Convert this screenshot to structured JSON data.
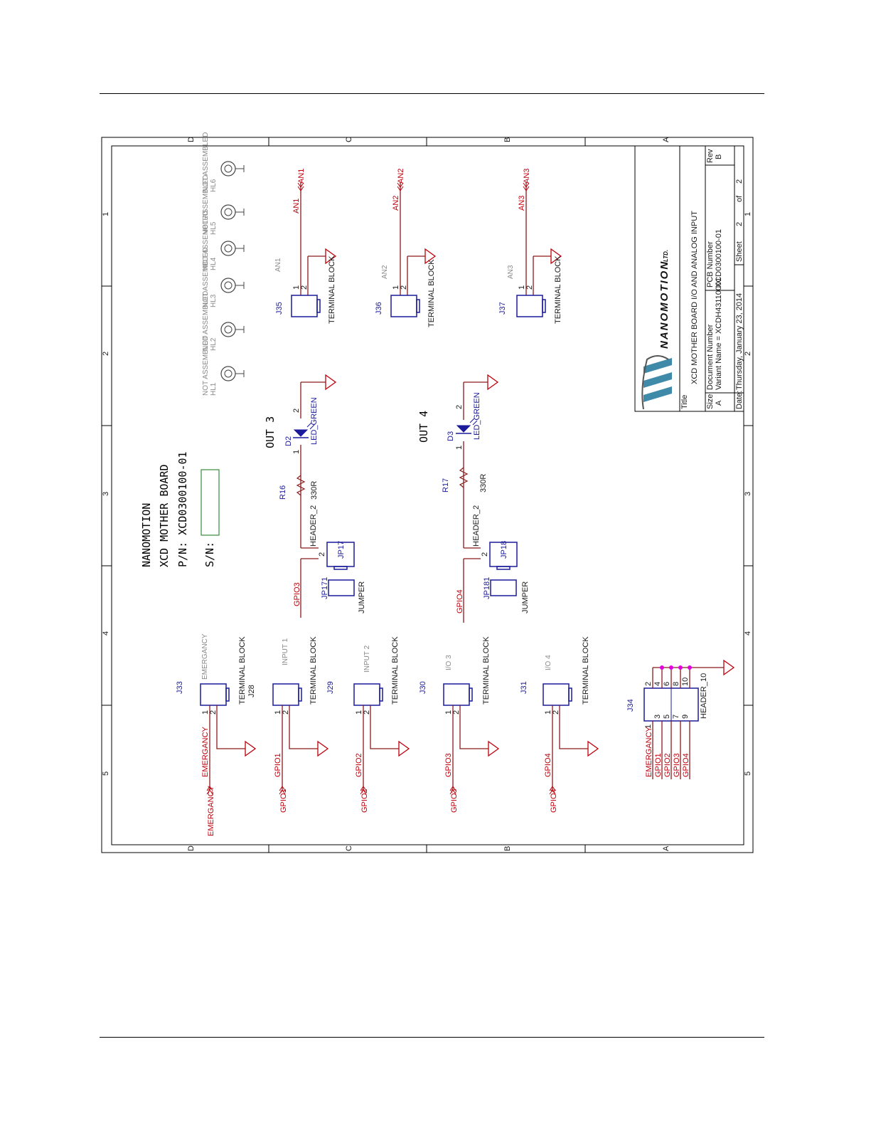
{
  "border": {
    "row_letters": [
      "D",
      "C",
      "B",
      "A"
    ],
    "col_numbers": [
      "1",
      "2",
      "3",
      "4",
      "5"
    ]
  },
  "header_text": {
    "line1": "NANOMOTION",
    "line2": "XCD MOTHER BOARD",
    "line3": "P/N: XCD0300100-01",
    "sn": "S/N:"
  },
  "leds_hl": [
    {
      "ref": "HL1",
      "note": "NOT ASSEMBLED"
    },
    {
      "ref": "HL2",
      "note": "NOT ASSEMBLED"
    },
    {
      "ref": "HL3",
      "note": "NOT ASSEMBLED"
    },
    {
      "ref": "HL4",
      "note": "NOT ASSEMBLED"
    },
    {
      "ref": "HL5",
      "note": "NOT ASSEMBLED"
    },
    {
      "ref": "HL6",
      "note": "NOT ASSEMBLED"
    }
  ],
  "analog_inputs": [
    {
      "ref": "J35",
      "net": "AN1",
      "label": "AN1",
      "type": "TERMINAL BLOCK"
    },
    {
      "ref": "J36",
      "net": "AN2",
      "label": "AN2",
      "type": "TERMINAL BLOCK"
    },
    {
      "ref": "J37",
      "net": "AN3",
      "label": "AN3",
      "type": "TERMINAL BLOCK"
    }
  ],
  "outputs": [
    {
      "title": "OUT 3",
      "led": "D2",
      "led_type": "LED_GREEN",
      "res": "R16",
      "res_val": "330R",
      "header": "JP17",
      "header_type": "HEADER_2",
      "jumper": "JP171",
      "jumper_type": "JUMPER",
      "net": "GPIO3"
    },
    {
      "title": "OUT 4",
      "led": "D3",
      "led_type": "LED_GREEN",
      "res": "R17",
      "res_val": "330R",
      "header": "JP18",
      "header_type": "HEADER_2",
      "jumper": "JP181",
      "jumper_type": "JUMPER",
      "net": "GPIO4"
    }
  ],
  "inputs": [
    {
      "ref": "J33",
      "sub": "J28",
      "label": "EMERGANCY",
      "net": "EMERGANCY",
      "type": "TERMINAL BLOCK"
    },
    {
      "ref": "J29",
      "label": "INPUT 1",
      "net": "GPIO1",
      "type": "TERMINAL BLOCK"
    },
    {
      "ref": "",
      "label": "INPUT 2",
      "net": "GPIO2",
      "type": "TERMINAL BLOCK"
    },
    {
      "ref": "J30",
      "label": "I/O 3",
      "net": "GPIO3",
      "type": "TERMINAL BLOCK"
    },
    {
      "ref": "J31",
      "label": "I/O 4",
      "net": "GPIO4",
      "type": "TERMINAL BLOCK"
    }
  ],
  "header10": {
    "ref": "J34",
    "type": "HEADER_10",
    "nets": [
      "EMERGANCY",
      "GPIO1",
      "GPIO2",
      "GPIO3",
      "GPIO4"
    ],
    "pins_odd": [
      "1",
      "3",
      "5",
      "7",
      "9"
    ],
    "pins_even": [
      "2",
      "4",
      "6",
      "8",
      "10"
    ]
  },
  "pins": {
    "p1": "1",
    "p2": "2"
  },
  "title_block": {
    "logo_main": "NANOMOTION",
    "logo_suffix": "LTD.",
    "title_label": "Title",
    "title": "XCD MOTHER BOARD I/O AND ANALOG INPUT",
    "size_label": "Size",
    "size": "A",
    "doc_label": "Document Number",
    "variant": "Variant Name = XCDH43110001",
    "pcb_label": "PCB Number",
    "pcb": "XCD0300100-01",
    "rev_label": "Rev",
    "rev": "B",
    "date_label": "Date:",
    "date": "Thursday, January 23, 2014",
    "sheet_label": "Sheet",
    "sheet": "2",
    "of_label": "of",
    "sheets": "2"
  }
}
